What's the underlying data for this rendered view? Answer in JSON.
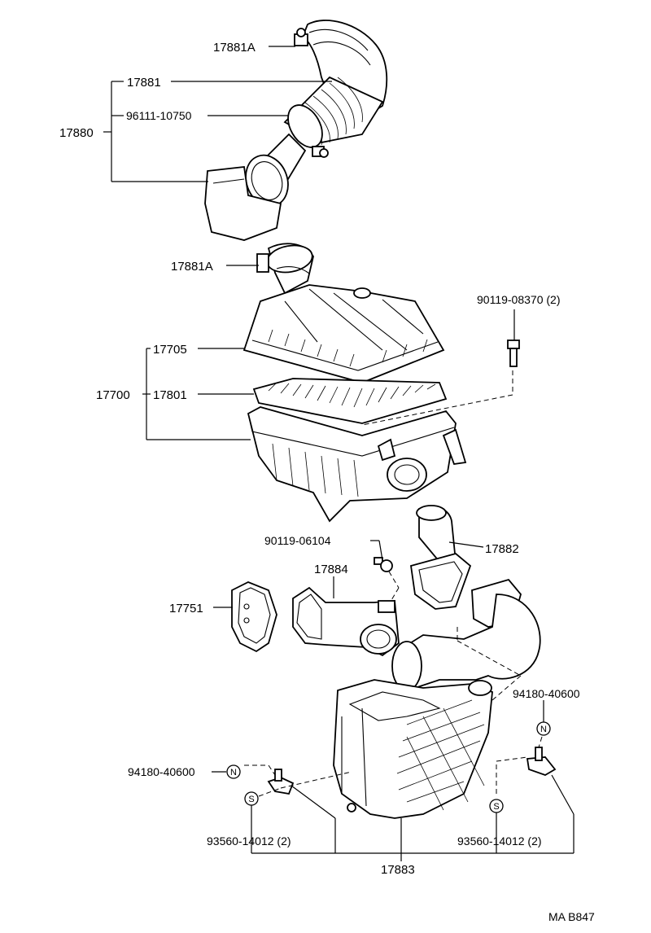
{
  "labels": {
    "p17881A_top": "17881A",
    "p17881": "17881",
    "p96111": "96111-10750",
    "p17880": "17880",
    "p17881A_mid": "17881A",
    "p90119_08370": "90119-08370 (2)",
    "p17705": "17705",
    "p17700": "17700",
    "p17801": "17801",
    "p90119_06104": "90119-06104",
    "p17882": "17882",
    "p17884": "17884",
    "p17751": "17751",
    "p94180_right": "94180-40600",
    "p94180_left": "94180-40600",
    "p93560_left": "93560-14012 (2)",
    "p93560_right": "93560-14012 (2)",
    "p17883": "17883",
    "code": "MA B847"
  },
  "symbols": {
    "nut": "N",
    "screw": "S"
  }
}
